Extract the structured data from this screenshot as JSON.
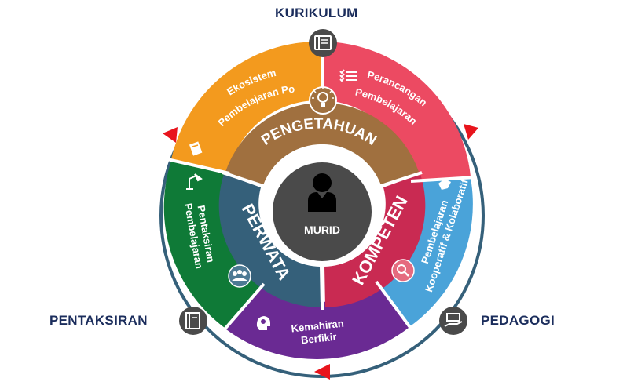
{
  "outer_labels": {
    "kurikulum": "KURIKULUM",
    "pentaksiran": "PENTAKSIRAN",
    "pedagogi": "PEDAGOGI"
  },
  "center": {
    "label": "MURID",
    "icon": "person-icon"
  },
  "inner_ring": {
    "pengetahuan": "PENGETAHUAN",
    "kompeten": "KOMPETEN",
    "perwata": "PERWATA"
  },
  "outer_ring": {
    "ekosistem": {
      "line1": "Ekosistem",
      "line2": "Pembelajaran Po",
      "icon": "document-icon"
    },
    "perancangan": {
      "line1": "Perancangan",
      "line2": "Pembelajaran",
      "icon": "checklist-icon"
    },
    "kooperatif": {
      "line1": "Pembelajaran",
      "line2": "Kooperatif & Kolaboratif",
      "icon": "handshake-icon"
    },
    "kemahiran": {
      "line1": "Kemahiran",
      "line2": "Berfikir",
      "icon": "head-gear-icon"
    },
    "pentaksiran": {
      "line1": "Pentaksiran",
      "line2": "Pembelajaran",
      "icon": "lamp-icon"
    }
  },
  "colors": {
    "orange": "#f39a1e",
    "pink": "#ec4a62",
    "blue": "#4aa3d9",
    "purple": "#6a2a93",
    "green": "#0f7a37",
    "brown": "#a0703f",
    "crimson": "#c92a52",
    "slate": "#35607a",
    "center": "#4a4a4a",
    "ring": "#35607a",
    "arrow": "#e8141c",
    "label": "#1b2d5c",
    "icon_bg": "#4a4a4a"
  }
}
